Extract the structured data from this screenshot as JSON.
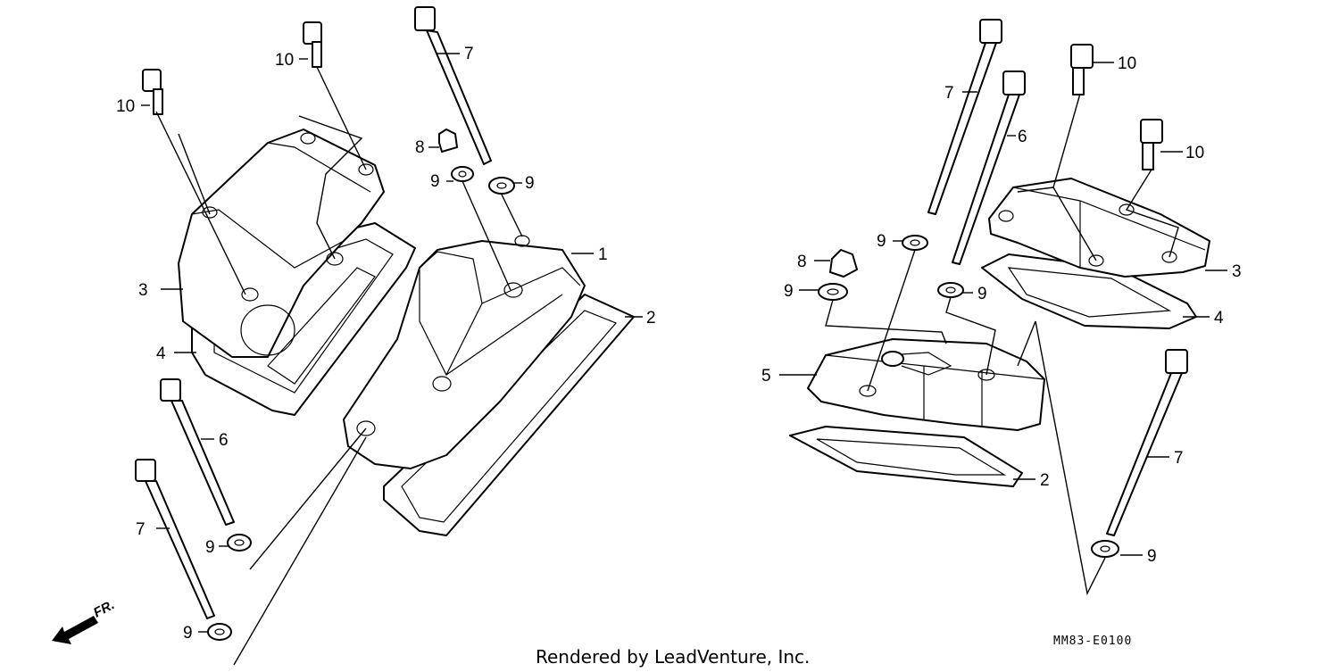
{
  "labels": {
    "l_10a": "10",
    "l_10b": "10",
    "l_7a": "7",
    "l_8a": "8",
    "l_9a": "9",
    "l_9b": "9",
    "l_1": "1",
    "l_2a": "2",
    "l_3a": "3",
    "l_4a": "4",
    "l_6a": "6",
    "l_9c": "9",
    "l_7b": "7",
    "l_9d": "9",
    "r_7a": "7",
    "r_10a": "10",
    "r_6": "6",
    "r_10b": "10",
    "r_9a": "9",
    "r_8": "8",
    "r_9b": "9",
    "r_9c": "9",
    "r_3": "3",
    "r_4": "4",
    "r_5": "5",
    "r_2": "2",
    "r_7b": "7",
    "r_9d": "9"
  },
  "direction": "FR.",
  "diagram_code": "MM83-E0100",
  "credit": "Rendered by LeadVenture, Inc.",
  "icons": [
    "front-direction-arrow-icon"
  ]
}
